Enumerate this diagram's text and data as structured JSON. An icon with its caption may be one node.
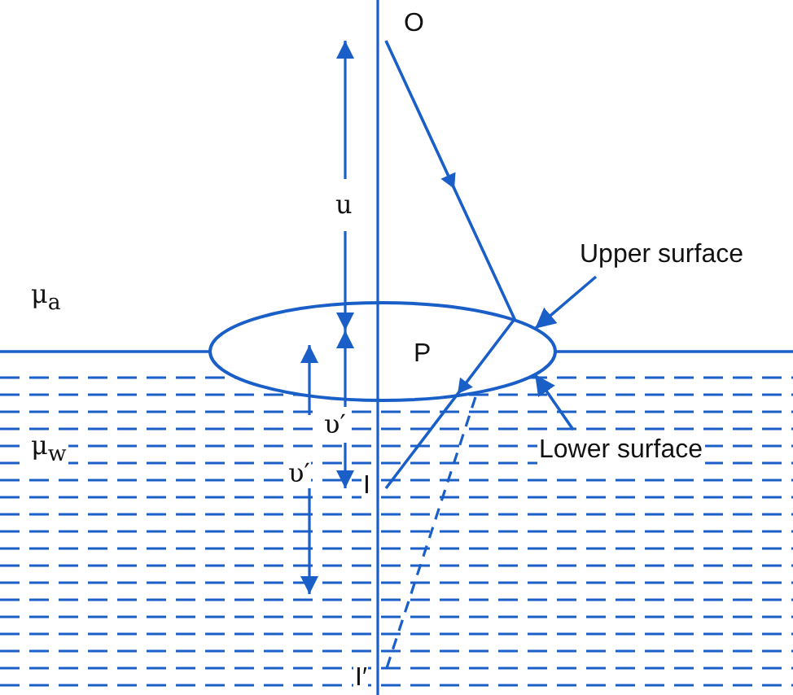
{
  "diagram": {
    "nodes": [
      {
        "text": [
          "Upper surface"
        ]
      },
      {
        "text": [
          "Lower surface"
        ]
      },
      {
        "text": [],
        "shape": "ellipse"
      }
    ],
    "edges": [
      {
        "from": 0,
        "to": 2,
        "arrow": "to"
      },
      {
        "from": 1,
        "to": 2,
        "arrow": "to"
      }
    ],
    "labels": [
      "O",
      "u",
      "μ$_{a}$",
      "P",
      "υ′",
      "μ$_{w}$",
      "υ′",
      "I",
      "I′"
    ]
  }
}
